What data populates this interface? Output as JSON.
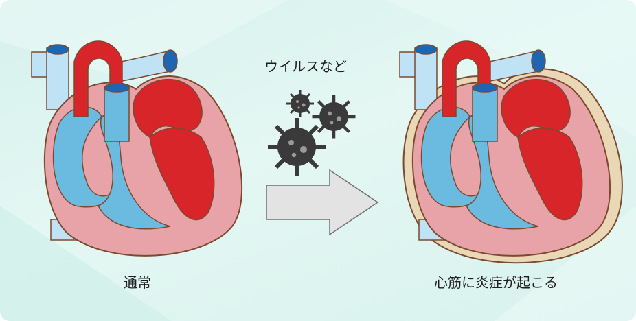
{
  "labels": {
    "virus": "ウイルスなど",
    "normal": "通常",
    "inflammation": "心筋に炎症が起こる"
  },
  "colors": {
    "background": "#dff5f1",
    "wall": "#e8a3a8",
    "outline": "#7a4a2f",
    "venous_blood": "#6bbbe0",
    "arterial_blood": "#d8252a",
    "vessel_light": "#bfe3f5",
    "pericardium_inflamed": "#ead7b6",
    "virus": "#3a3a3a",
    "arrow": "#e3e3e3"
  },
  "icons": [
    "heart-icon",
    "virus-icon",
    "arrow-right-icon"
  ]
}
